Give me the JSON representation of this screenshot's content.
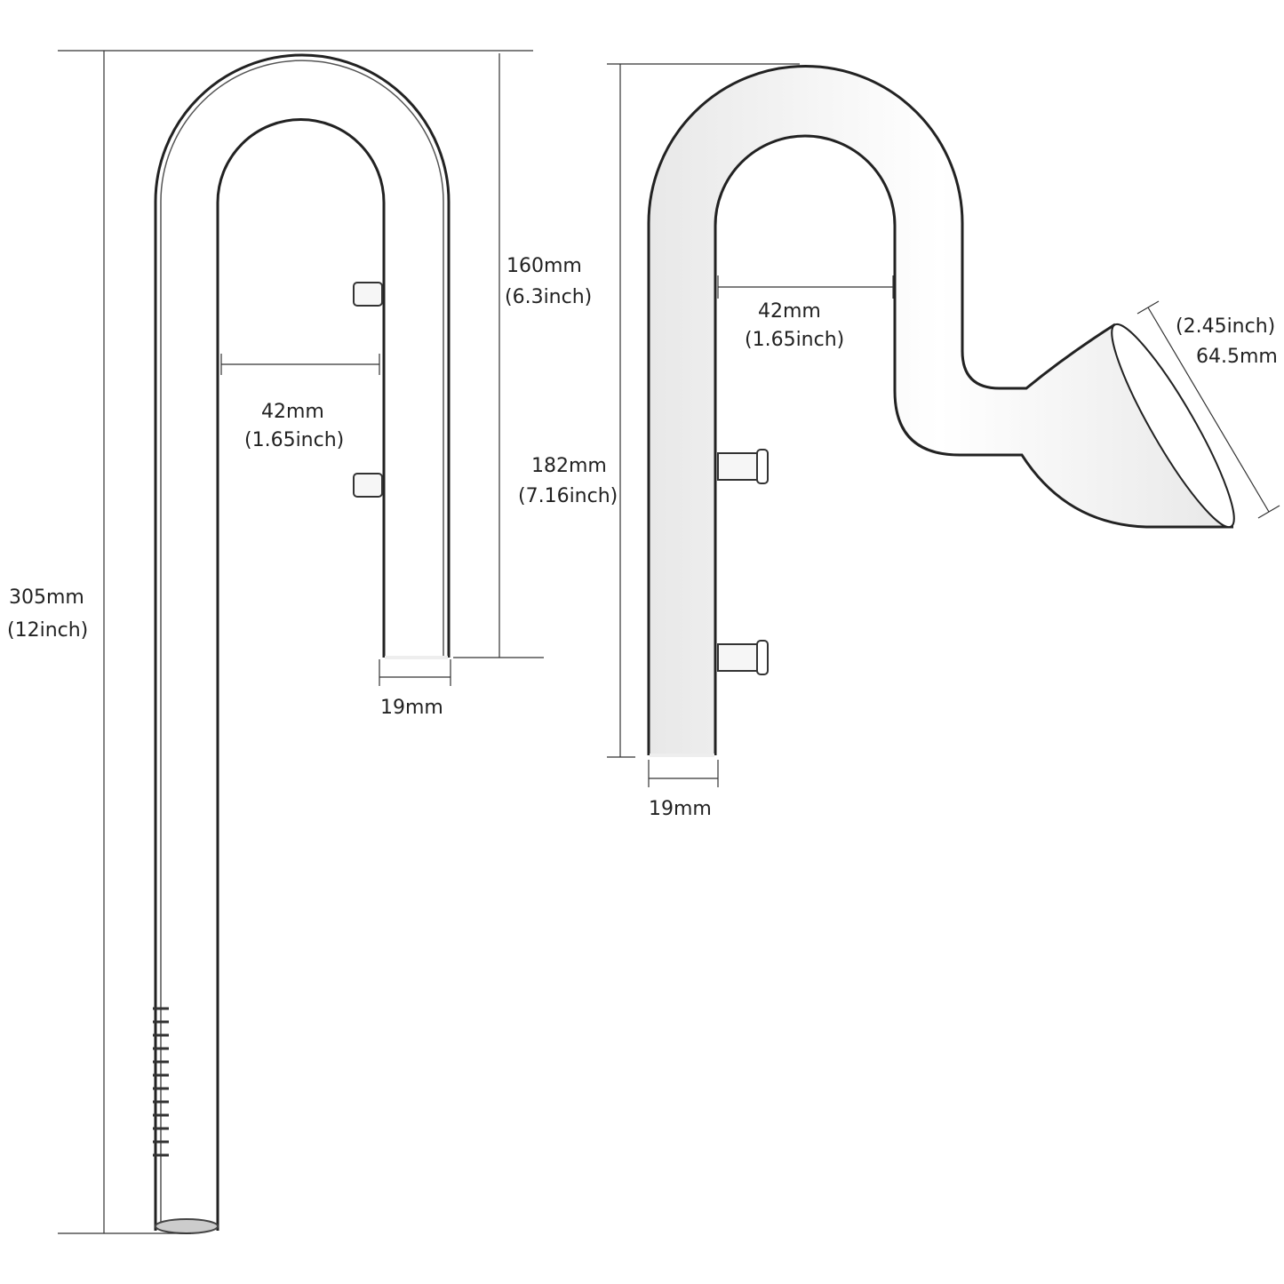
{
  "left_pipe": {
    "height_mm": "305mm",
    "height_inch": "(12inch)",
    "short_leg_mm": "160mm",
    "short_leg_inch": "(6.3inch)",
    "gap_mm": "42mm",
    "gap_inch": "(1.65inch)",
    "diameter": "19mm"
  },
  "right_pipe": {
    "height_mm": "182mm",
    "height_inch": "(7.16inch)",
    "gap_mm": "42mm",
    "gap_inch": "(1.65inch)",
    "diameter": "19mm",
    "mouth_inch": "(2.45inch)",
    "mouth_mm": "64.5mm"
  }
}
